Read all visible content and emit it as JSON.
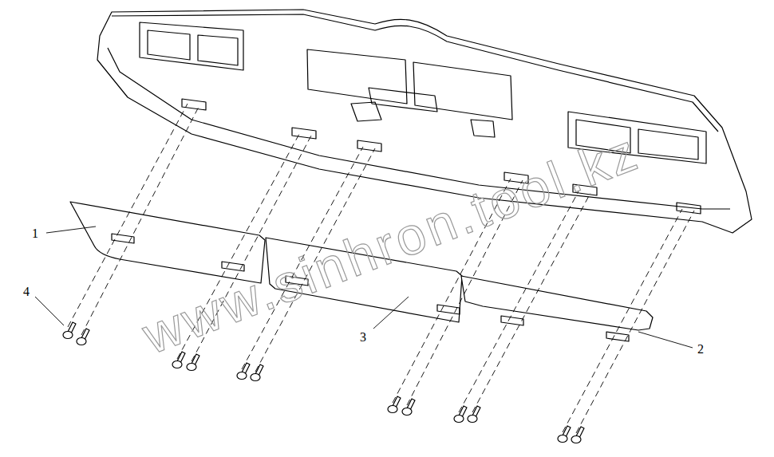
{
  "diagram": {
    "labels": [
      "1",
      "2",
      "3",
      "4",
      "www.sinhron.tool.kz"
    ]
  }
}
